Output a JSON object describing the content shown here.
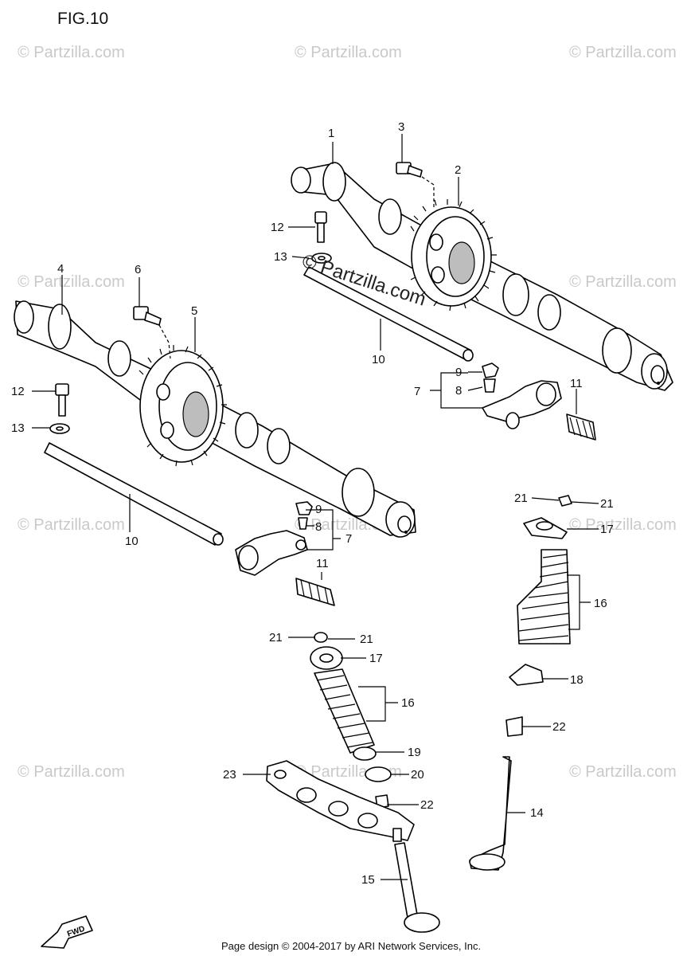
{
  "figure_title": "FIG.10",
  "footer_text": "Page design © 2004-2017 by ARI Network Services, Inc.",
  "watermark_text": "© Partzilla.com",
  "center_watermark_text": "© Partzilla.com",
  "fwd_label": "FWD",
  "callouts": {
    "c1": "1",
    "c2": "2",
    "c3": "3",
    "c4": "4",
    "c5": "5",
    "c6": "6",
    "c7a": "7",
    "c7b": "7",
    "c8a": "8",
    "c8b": "8",
    "c9a": "9",
    "c9b": "9",
    "c10a": "10",
    "c10b": "10",
    "c11a": "11",
    "c11b": "11",
    "c12a": "12",
    "c12b": "12",
    "c13a": "13",
    "c13b": "13",
    "c14": "14",
    "c15": "15",
    "c16a": "16",
    "c16b": "16",
    "c17a": "17",
    "c17b": "17",
    "c18": "18",
    "c19": "19",
    "c20": "20",
    "c21a": "21",
    "c21b": "21",
    "c21c": "21",
    "c21d": "21",
    "c22a": "22",
    "c22b": "22",
    "c23": "23"
  }
}
